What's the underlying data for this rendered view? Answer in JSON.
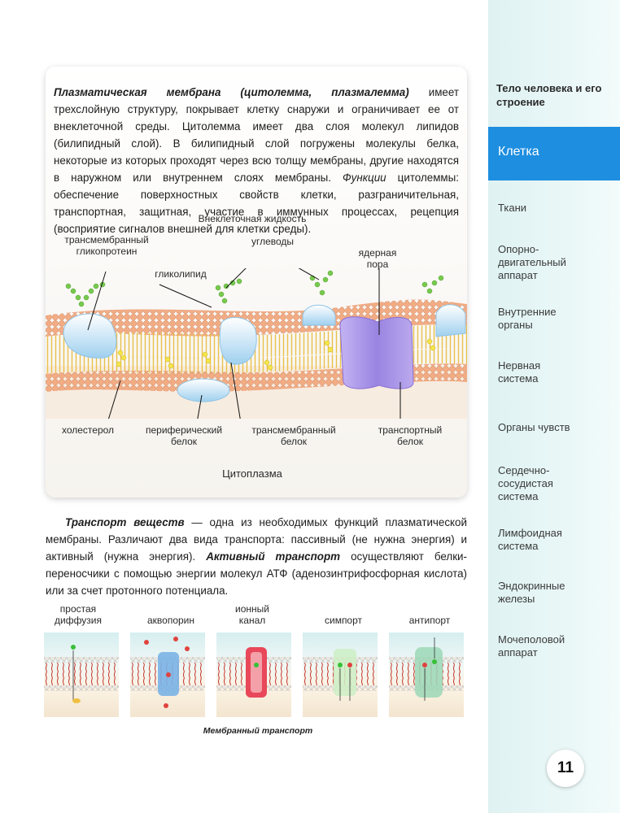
{
  "sidebar": {
    "heading": "Тело человека и его строение",
    "active": "Клетка",
    "items": [
      "Ткани",
      "Опорно-двигательный аппарат",
      "Внутренние органы",
      "Нервная система",
      "Органы чувств",
      "Сердечно-сосудистая система",
      "Лимфоидная система",
      "Эндокринные железы",
      "Мочеполовой аппарат"
    ]
  },
  "page_number": "11",
  "intro": {
    "term": "Плазматическая мембрана (цитолемма, плазмалемма)",
    "text1": " имеет трехслойную структуру, покрывает клетку снаружи и ограничивает ее от внеклеточной среды. Цитолемма имеет два слоя молекул липидов (билипидный слой). В билипидный слой погружены молекулы белка, некоторые из которых проходят через всю толщу мембраны, другие находятся в наружном или внутреннем слоях мембраны. ",
    "term2": "Функции",
    "text2": " цитолеммы: обеспечение поверхностных свойств клетки, разграничительная, транспортная, защитная, участие в иммунных процессах, рецепция (восприятие сигналов внешней для клетки среды)."
  },
  "membrane_diagram": {
    "top_label": "Внеклеточная жидкость",
    "bottom_label": "Цитоплазма",
    "labels": {
      "glycoprotein": "трансмембранный гликопротеин",
      "carbs": "углеводы",
      "glycolipid": "гликолипид",
      "pore": "ядерная пора",
      "cholesterol": "холестерол",
      "peripheral": "периферический белок",
      "transmembrane": "трансмембранный белок",
      "transport": "транспортный белок"
    }
  },
  "transport_paragraph": {
    "term": "Транспорт веществ",
    "text1": " — одна из необходимых функций плазматической мембраны. Различают два вида транспорта: пассивный (не нужна энергия) и активный (нужна энергия). ",
    "term2": "Активный транспорт",
    "text2": " осуществляют белки-переносчики с помощью энергии молекул АТФ (аденозинтрифосфорная кислота) или за счет протонного потенциала."
  },
  "transport_types": [
    "простая диффузия",
    "аквопорин",
    "ионный канал",
    "симпорт",
    "антипорт"
  ],
  "caption": "Мембранный транспорт",
  "colors": {
    "accent": "#1e8ee0",
    "sidebar": "#e4f5f5",
    "lipid_head": "#f2b088",
    "lipid_tail": "#f0c84c",
    "protein": "#b9def5",
    "pore": "#a993e6"
  }
}
